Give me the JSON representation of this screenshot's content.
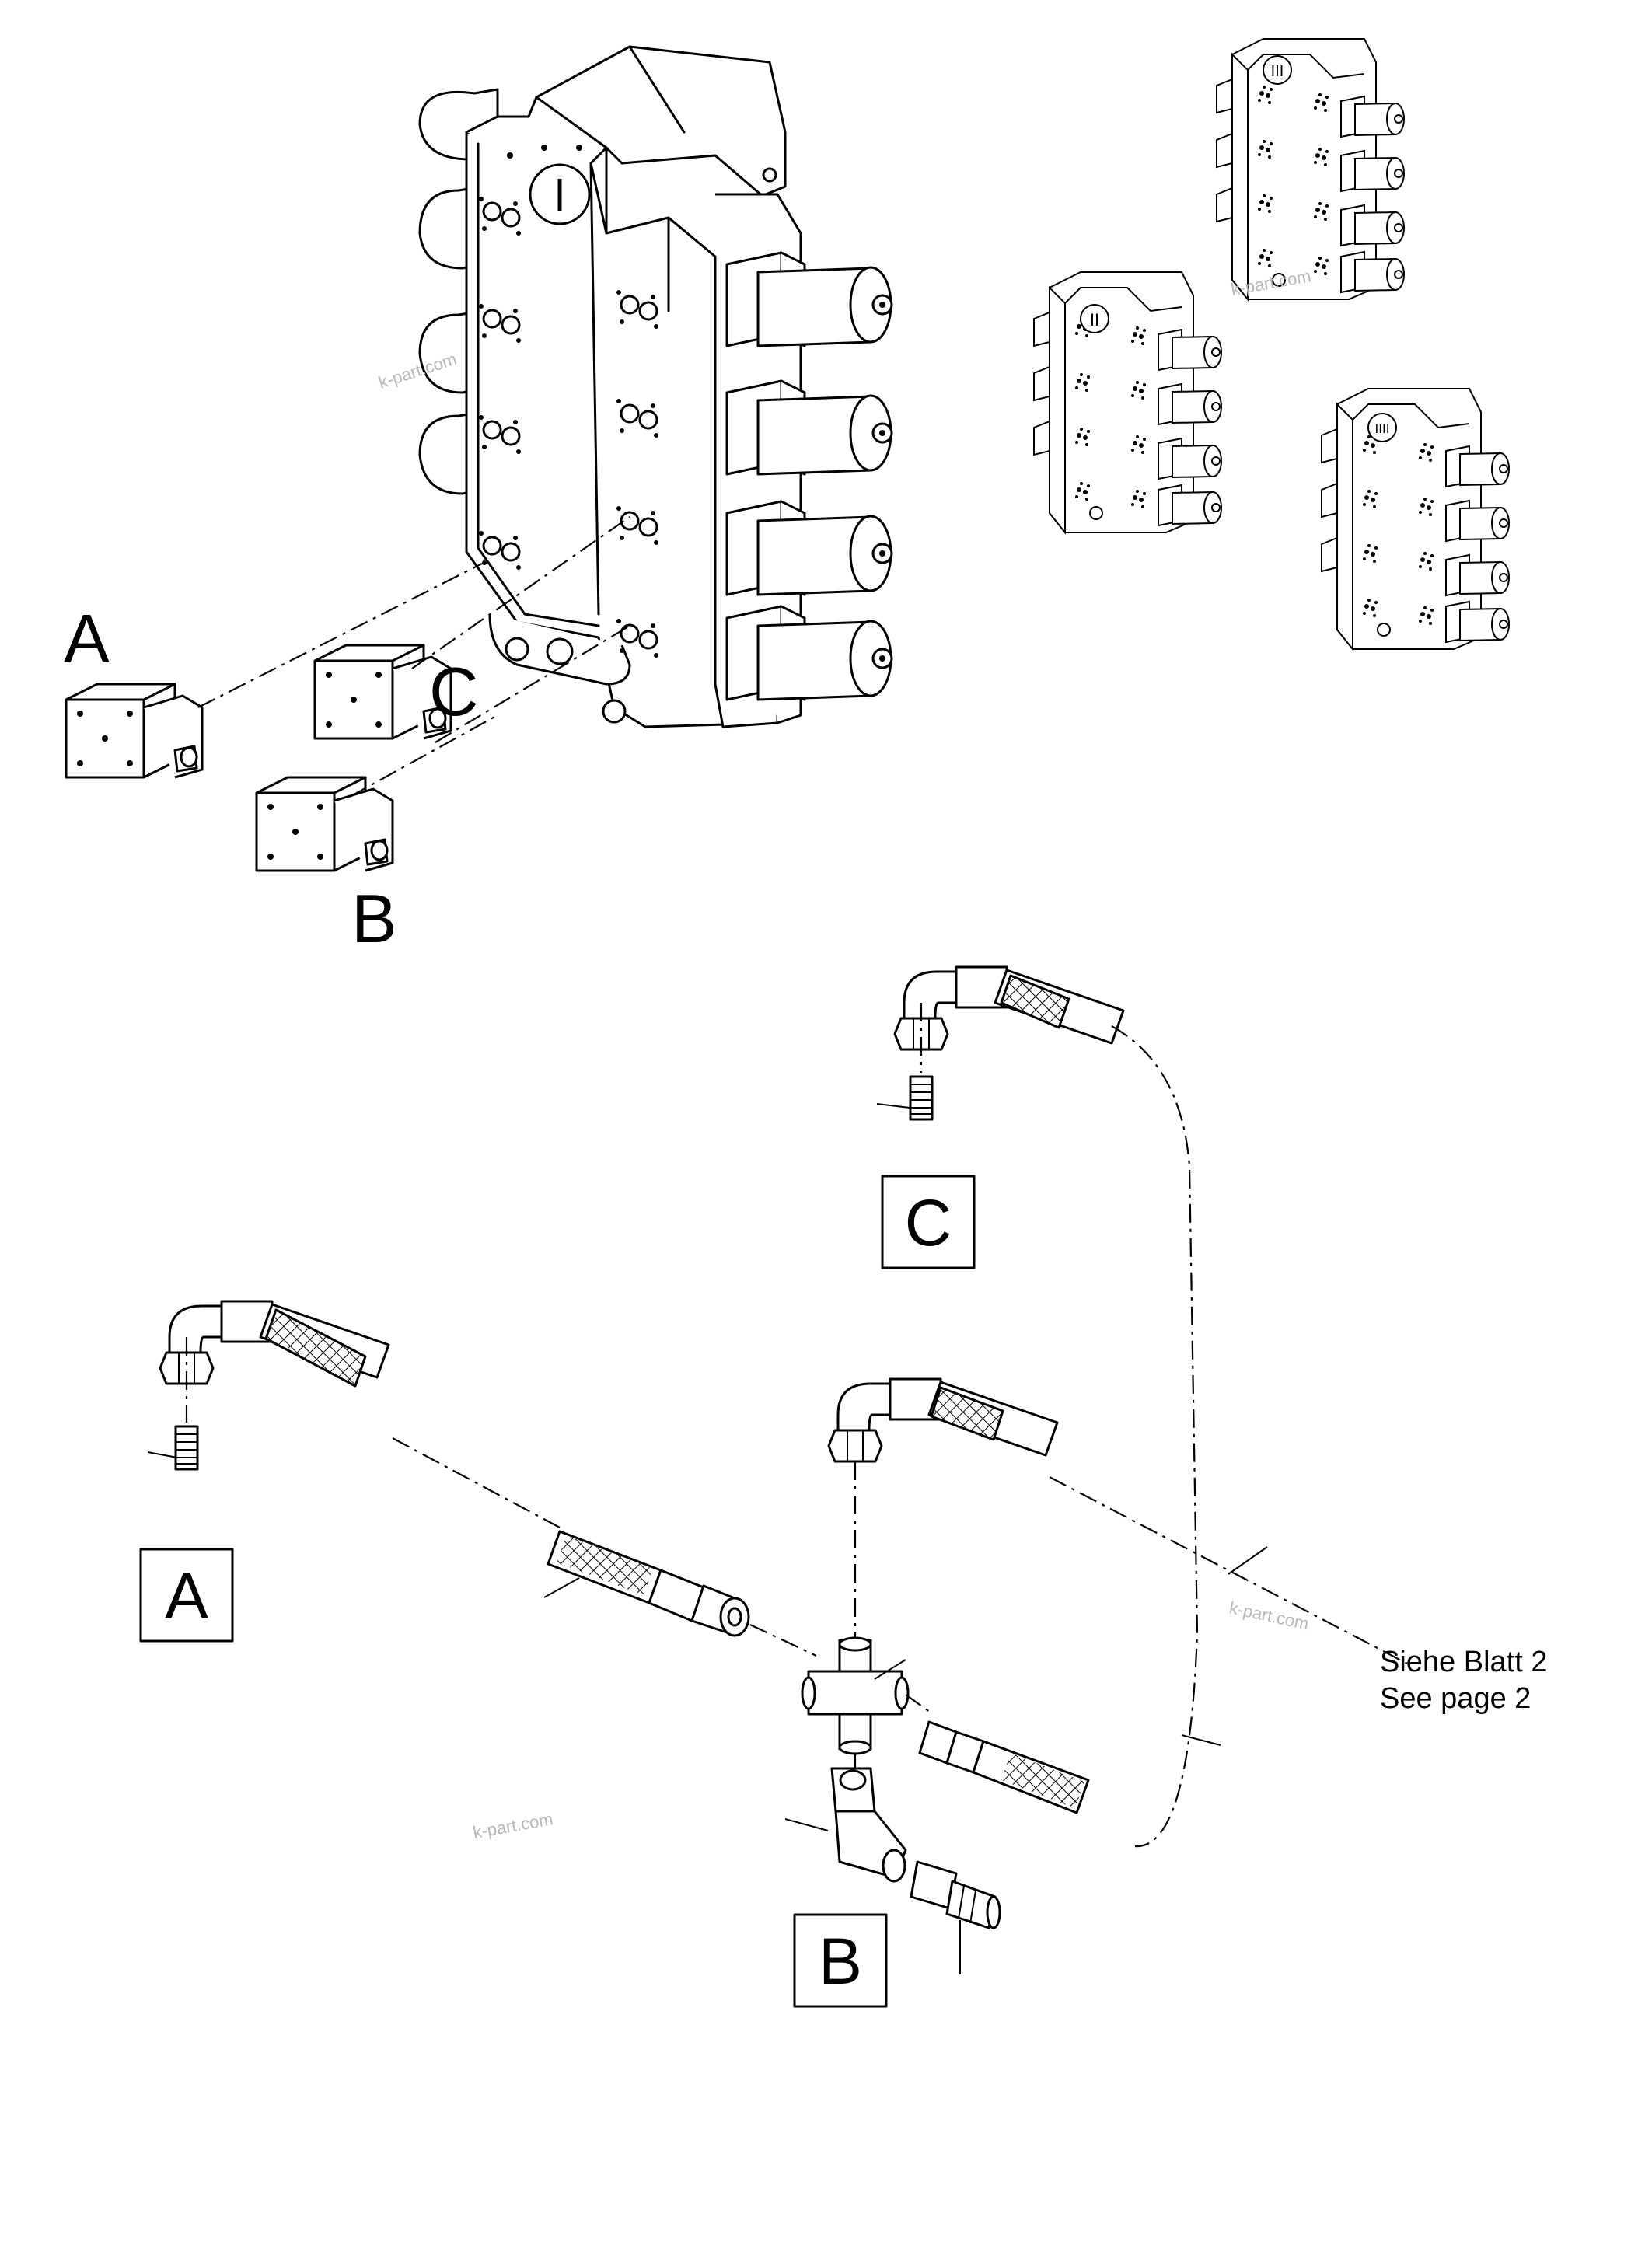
{
  "labels": {
    "module_a": "A",
    "module_b": "B",
    "module_c": "C",
    "box_a": "A",
    "box_b": "B",
    "box_c": "C",
    "roman_main": "I",
    "roman_2": "II",
    "roman_3": "III",
    "roman_4": "IIII"
  },
  "note": {
    "line1": "Siehe Blatt 2",
    "line2": "See page 2"
  },
  "watermark": "k-part.com",
  "colors": {
    "line": "#000000",
    "background": "#ffffff",
    "watermark": "#b8b8b8"
  }
}
